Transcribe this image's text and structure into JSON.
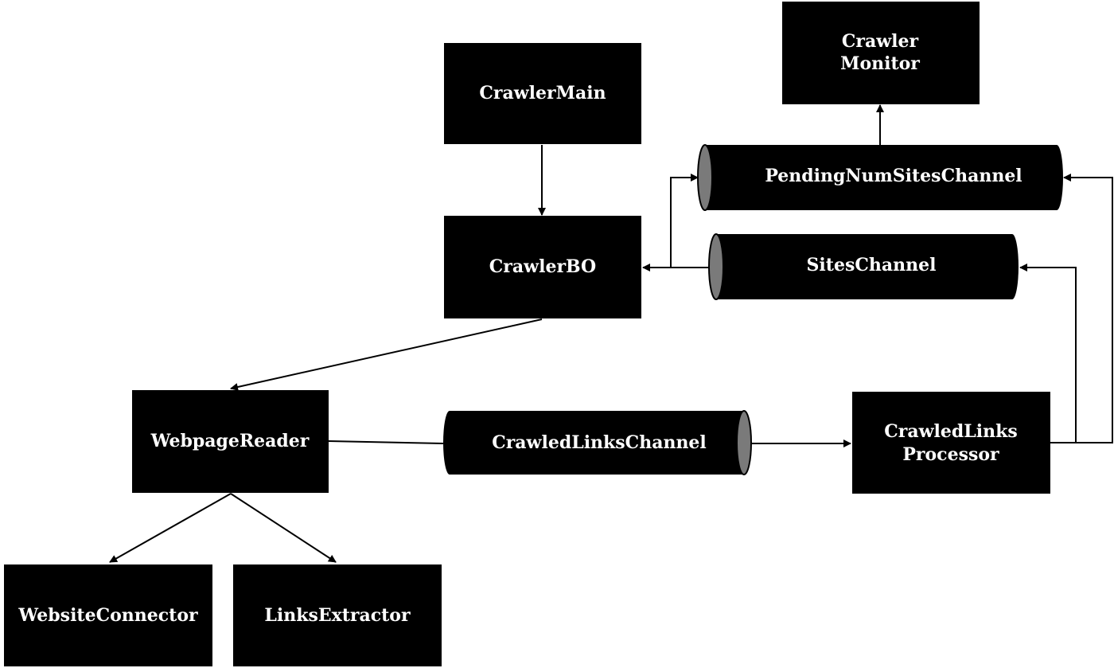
{
  "nodes": {
    "crawler_main": {
      "label": "CrawlerMain"
    },
    "crawler_monitor": {
      "lines": [
        "Crawler",
        "Monitor"
      ]
    },
    "crawler_bo": {
      "label": "CrawlerBO"
    },
    "webpage_reader": {
      "label": "WebpageReader"
    },
    "crawled_links_processor": {
      "lines": [
        "CrawledLinks",
        "Processor"
      ]
    },
    "website_connector": {
      "label": "WebsiteConnector"
    },
    "links_extractor": {
      "label": "LinksExtractor"
    }
  },
  "channels": {
    "pending_num_sites": {
      "label": "PendingNumSitesChannel"
    },
    "sites": {
      "label": "SitesChannel"
    },
    "crawled_links": {
      "label": "CrawledLinksChannel"
    }
  }
}
